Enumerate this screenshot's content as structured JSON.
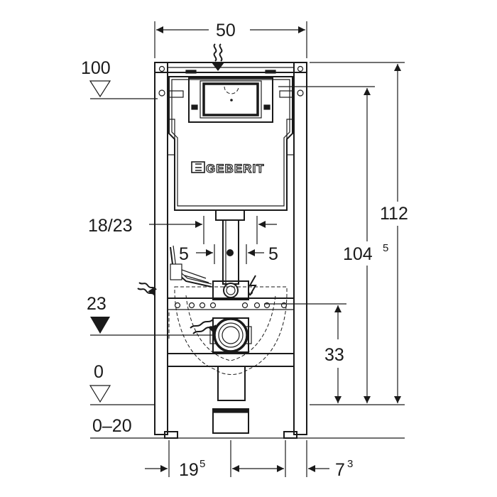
{
  "diagram": {
    "brand": "GEBERIT",
    "dimensions": {
      "width": "50",
      "level_100": "100",
      "height_total": "112",
      "height_to_actuator": "104",
      "height_to_actuator_sup": "5",
      "supply_offset": "18/23",
      "left_offset": "5",
      "right_offset": "5",
      "level_23": "23",
      "drain_height": "33",
      "level_0": "0",
      "floor_range": "0–20",
      "bottom_left": "19",
      "bottom_left_sup": "5",
      "bottom_right": "7",
      "bottom_right_sup": "3"
    },
    "colors": {
      "line": "#1a1a1a",
      "background": "#ffffff"
    }
  }
}
